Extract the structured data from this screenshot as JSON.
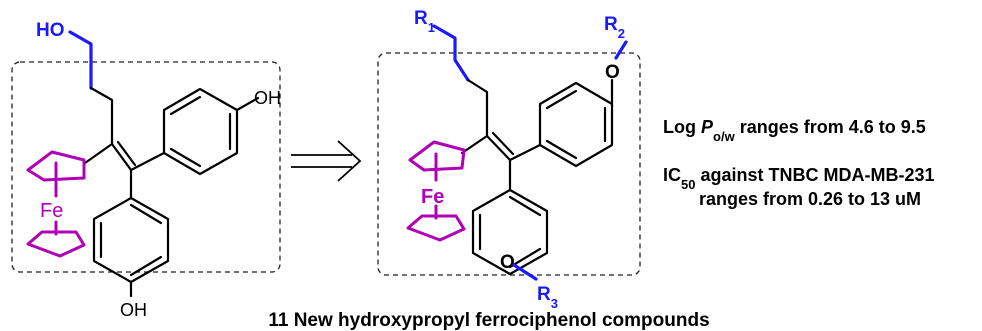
{
  "reactant": {
    "oh_top": "HO",
    "oh_right": "OH",
    "oh_bottom": "OH",
    "metal": "Fe"
  },
  "product": {
    "r1": "R",
    "r1_sub": "1",
    "r2": "R",
    "r2_sub": "2",
    "r3": "R",
    "r3_sub": "3",
    "o_top": "O",
    "o_bottom": "O",
    "metal": "Fe"
  },
  "info": {
    "logp_prefix": "Log ",
    "logp_p": "P",
    "logp_sub": "o/w",
    "logp_suffix": " ranges from 4.6 to 9.5",
    "ic_prefix": "IC",
    "ic_sub": "50",
    "ic_suffix": " against TNBC MDA-MB-231",
    "ic_line2": "ranges from 0.26 to 13 uM"
  },
  "caption": "11 New hydroxypropyl ferrociphenol compounds",
  "colors": {
    "chain": "#1a1aff",
    "ferrocene": "#b000b5"
  }
}
